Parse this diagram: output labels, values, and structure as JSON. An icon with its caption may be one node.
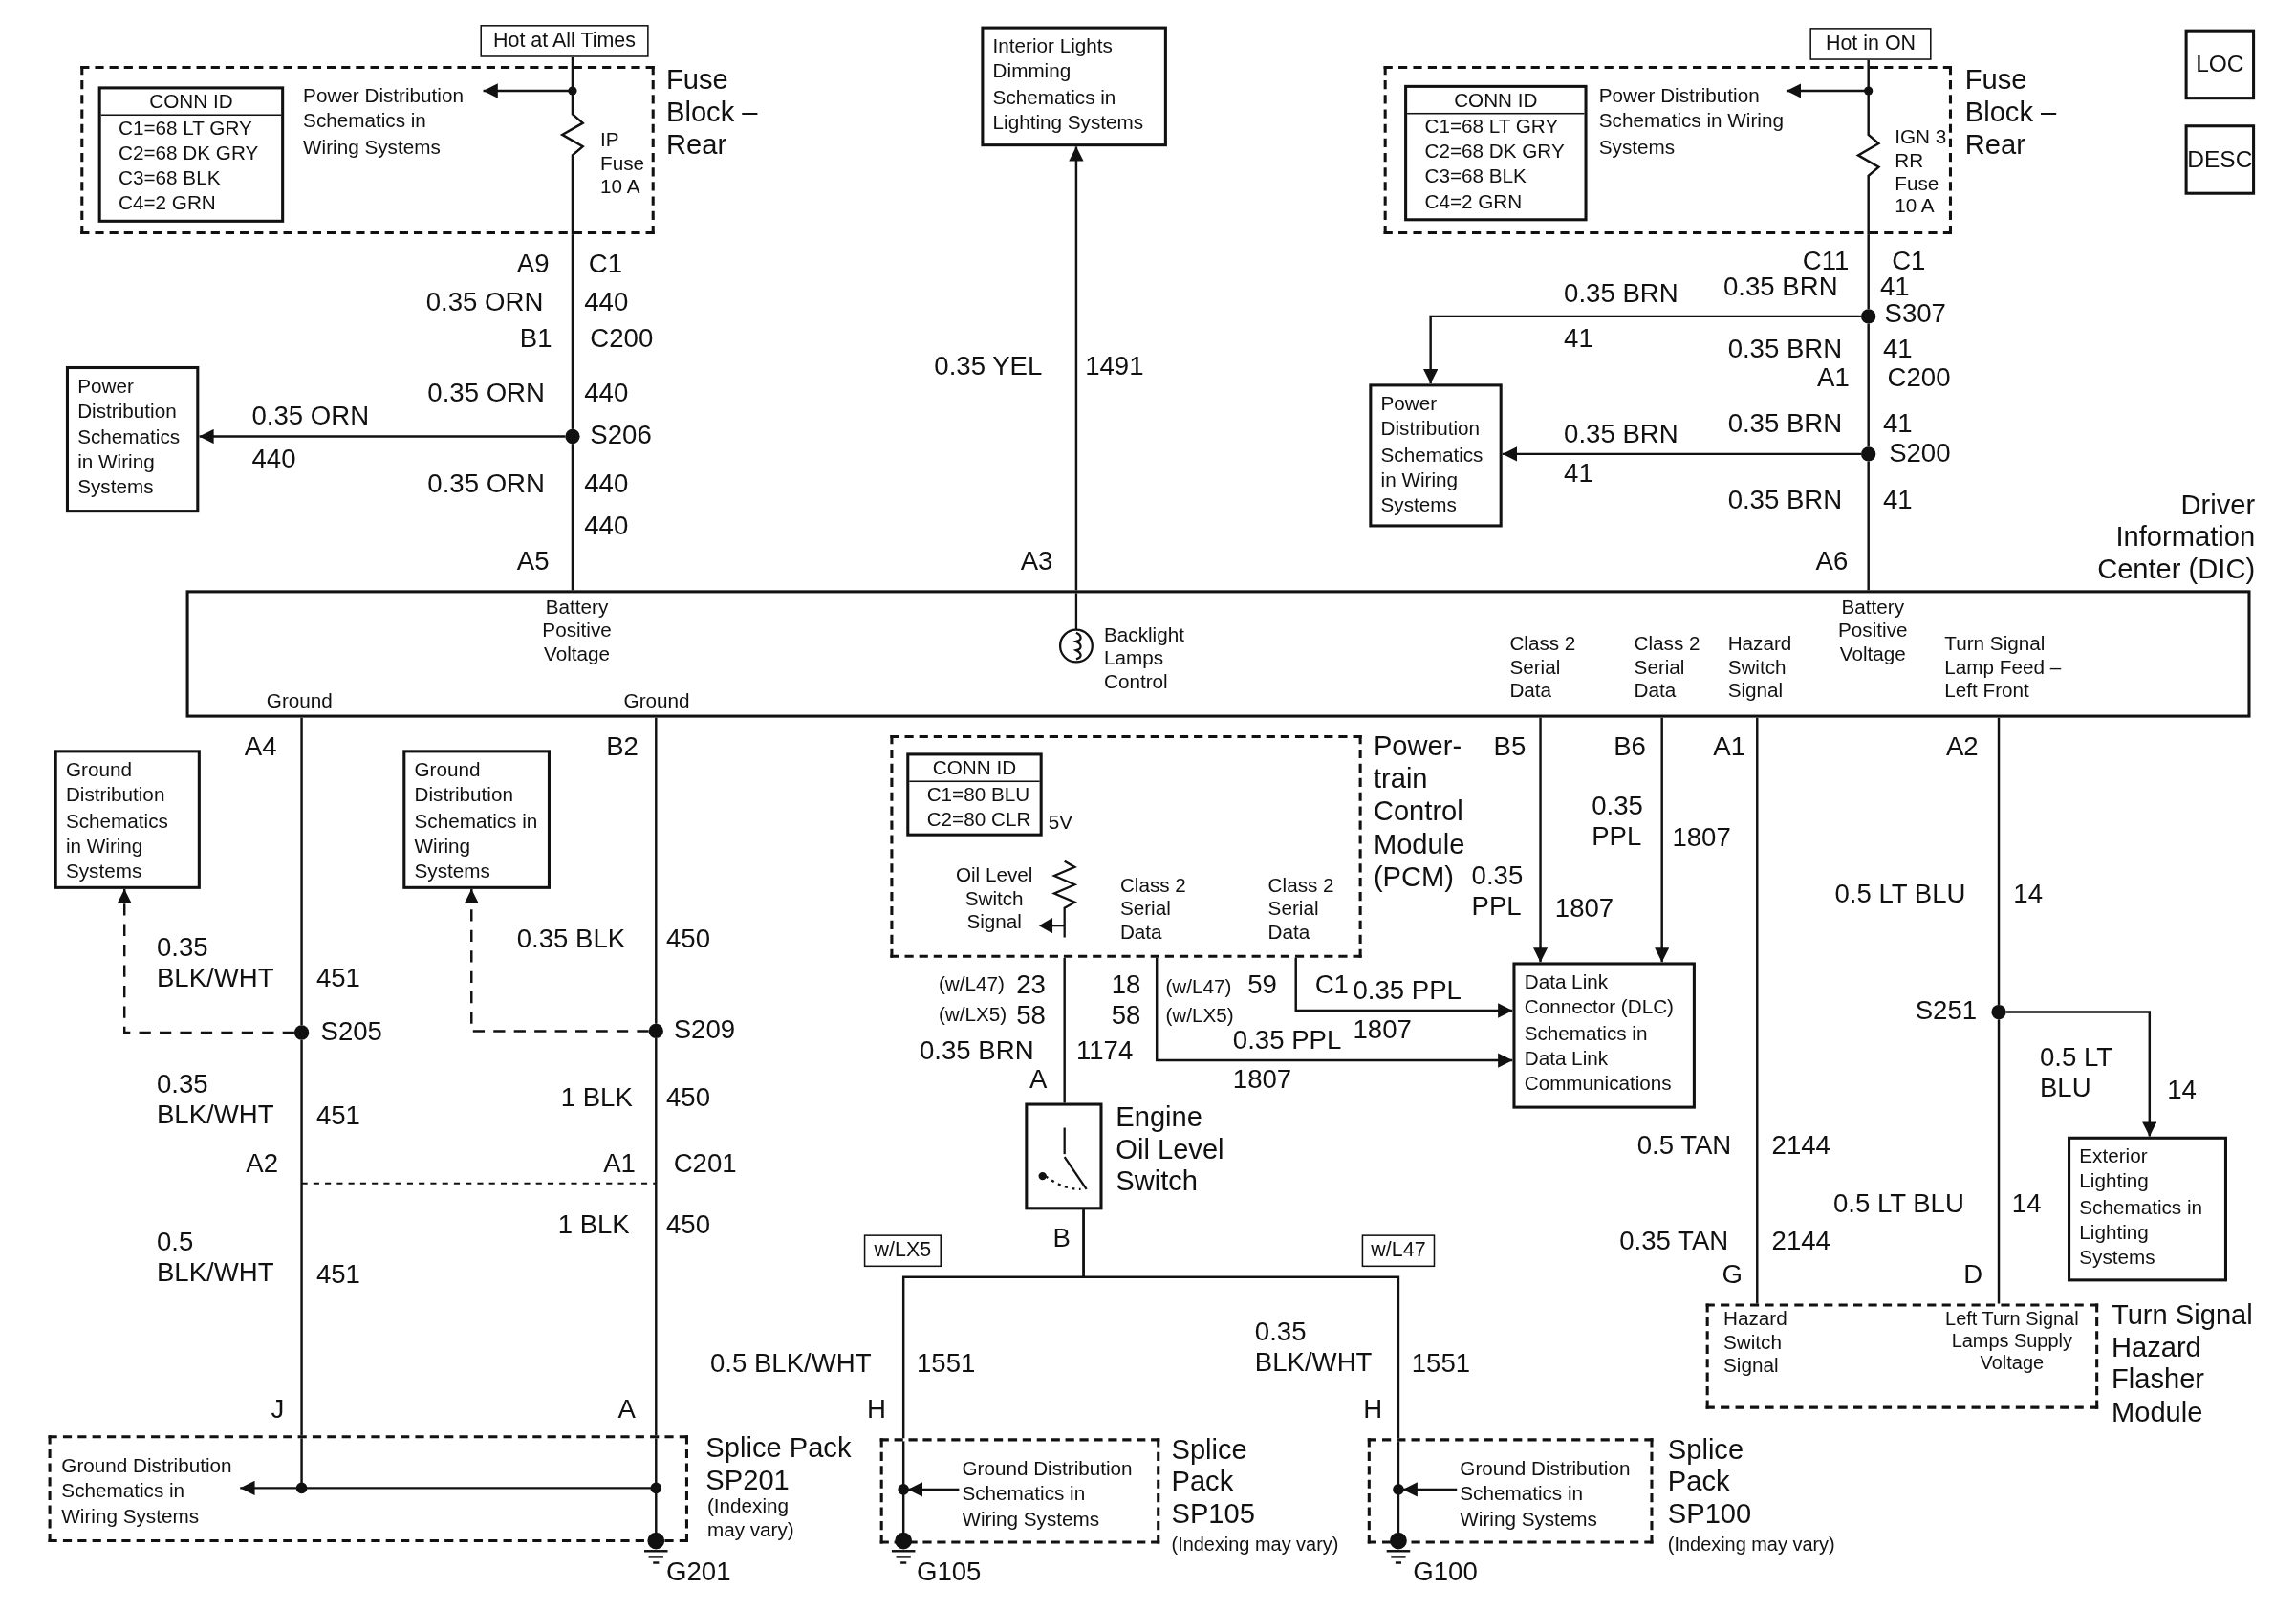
{
  "diagram": {
    "nodes": [
      {
        "text": [
          "Hot at All Times"
        ]
      },
      {
        "text": [
          "Fuse Block – Rear"
        ]
      },
      {
        "text": [
          "CONN ID",
          "C1=68 LT GRY",
          "C2=68 DK GRY",
          "C3=68 BLK",
          "C4=2 GRN"
        ],
        "in": 1
      },
      {
        "text": [
          "Power Distribution Schematics in Wiring Systems"
        ],
        "in": 1
      },
      {
        "text": [
          "Interior Lights Dimming Schematics in Lighting Systems"
        ]
      },
      {
        "text": [
          "Hot in ON"
        ]
      },
      {
        "text": [
          "Fuse Block – Rear"
        ]
      },
      {
        "text": [
          "CONN ID",
          "C1=68 LT GRY",
          "C2=68 DK GRY",
          "C3=68 BLK",
          "C4=2 GRN"
        ],
        "in": 6
      },
      {
        "text": [
          "Power Distribution Schematics in Wiring Systems"
        ],
        "in": 6
      },
      {
        "text": [
          "LOC"
        ]
      },
      {
        "text": [
          "DESC"
        ]
      },
      {
        "text": [
          "Power Distribution Schematics in Wiring Systems"
        ]
      },
      {
        "text": [
          "Power Distribution Schematics in Wiring Systems"
        ]
      },
      {
        "text": [],
        "shape": "circle",
        "beside": [
          "S307"
        ]
      },
      {
        "text": [],
        "shape": "circle",
        "beside": [
          "S206"
        ]
      },
      {
        "text": [],
        "shape": "circle",
        "beside": [
          "S200"
        ]
      },
      {
        "text": [
          "Driver Information Center (DIC)",
          "Battery Positive Voltage",
          "Backlight Lamps Control",
          "Class 2 Serial Data",
          "Class 2 Serial Data",
          "Hazard Switch Signal",
          "Battery Positive Voltage",
          "Turn Signal Lamp Feed – Left Front",
          "Ground",
          "Ground"
        ]
      },
      {
        "text": [
          "Ground Distribution Schematics in Wiring Systems"
        ]
      },
      {
        "text": [
          "Ground Distribution Schematics in Wiring Systems"
        ]
      },
      {
        "text": [
          "Power-train Control Module (PCM)",
          "5V",
          "Oil Level Switch Signal",
          "Class 2 Serial Data",
          "Class 2 Serial Data"
        ]
      },
      {
        "text": [
          "CONN ID",
          "C1=80 BLU",
          "C2=80 CLR"
        ],
        "in": 19
      },
      {
        "text": [
          "Data Link Connector (DLC) Schematics in Data Link Communications"
        ]
      },
      {
        "text": [],
        "shape": "circle",
        "beside": [
          "S205"
        ]
      },
      {
        "text": [],
        "shape": "circle",
        "beside": [
          "S209"
        ]
      },
      {
        "text": [],
        "shape": "circle",
        "beside": [
          "S251"
        ]
      },
      {
        "text": [
          "Engine Oil Level Switch"
        ]
      },
      {
        "text": [
          "w/LX5"
        ]
      },
      {
        "text": [
          "w/L47"
        ]
      },
      {
        "text": [
          "Exterior Lighting Schematics in Lighting Systems"
        ]
      },
      {
        "text": [
          "Hazard Switch Signal",
          "Left Turn Signal Lamps Supply Voltage",
          "Turn Signal Hazard Flasher Module"
        ]
      },
      {
        "text": [
          "Splice Pack SP201",
          "(Indexing may vary)"
        ]
      },
      {
        "text": [
          "Ground Distribution Schematics in Wiring Systems"
        ],
        "in": 30
      },
      {
        "text": [
          "Splice Pack SP105",
          "(Indexing may vary)"
        ]
      },
      {
        "text": [
          "Ground Distribution Schematics in Wiring Systems"
        ],
        "in": 32
      },
      {
        "text": [
          "Splice Pack SP100",
          "(Indexing may vary)"
        ]
      },
      {
        "text": [
          "Ground Distribution Schematics in Wiring Systems"
        ],
        "in": 34
      }
    ],
    "edges": [
      {
        "from": 1,
        "to": 14,
        "arrow": "none"
      },
      {
        "from": 14,
        "to": 11,
        "arrow": "to"
      },
      {
        "from": 14,
        "to": 16,
        "arrow": "none"
      },
      {
        "from": null,
        "to": 3,
        "arrow": "to"
      },
      {
        "from": 16,
        "to": 4,
        "arrow": "to"
      },
      {
        "from": 6,
        "to": 13,
        "arrow": "none"
      },
      {
        "from": 13,
        "to": 12,
        "arrow": "to"
      },
      {
        "from": 13,
        "to": 15,
        "arrow": "none"
      },
      {
        "from": 15,
        "to": 12,
        "arrow": "to"
      },
      {
        "from": 15,
        "to": 16,
        "arrow": "none"
      },
      {
        "from": null,
        "to": 8,
        "arrow": "to"
      },
      {
        "from": 16,
        "to": 22,
        "arrow": "none"
      },
      {
        "from": 22,
        "to": 17,
        "arrow": "to",
        "style": "dashed"
      },
      {
        "from": 22,
        "to": 30,
        "arrow": "none"
      },
      {
        "from": 16,
        "to": 23,
        "arrow": "none"
      },
      {
        "from": 23,
        "to": 18,
        "arrow": "to",
        "style": "dashed"
      },
      {
        "from": 23,
        "to": 30,
        "arrow": "none"
      },
      {
        "from": 16,
        "to": 21,
        "arrow": "to"
      },
      {
        "from": 16,
        "to": 21,
        "arrow": "to"
      },
      {
        "from": 19,
        "to": 21,
        "arrow": "to"
      },
      {
        "from": 19,
        "to": 21,
        "arrow": "to"
      },
      {
        "from": 19,
        "to": 25,
        "arrow": "none"
      },
      {
        "from": 25,
        "to": 32,
        "arrow": "none"
      },
      {
        "from": 25,
        "to": 34,
        "arrow": "none"
      },
      {
        "from": 16,
        "to": 29,
        "arrow": "none"
      },
      {
        "from": 16,
        "to": 24,
        "arrow": "none"
      },
      {
        "from": 24,
        "to": 28,
        "arrow": "to"
      },
      {
        "from": 24,
        "to": 29,
        "arrow": "none"
      },
      {
        "from": null,
        "to": 31,
        "arrow": "to"
      },
      {
        "from": 33,
        "to": null,
        "arrow": "to"
      },
      {
        "from": 35,
        "to": null,
        "arrow": "to"
      },
      {
        "from": 0,
        "to": 1,
        "arrow": "none"
      },
      {
        "from": 5,
        "to": 6,
        "arrow": "none"
      }
    ],
    "labels": [
      "IP Fuse 10 A",
      "A9",
      "C1",
      "0.35 ORN",
      "440",
      "B1",
      "C200",
      "0.35 ORN",
      "440",
      "0.35 ORN",
      "440",
      "0.35 ORN",
      "440",
      "440",
      "A5",
      "0.35 YEL",
      "1491",
      "A3",
      "IGN 3 RR Fuse 10 A",
      "C11",
      "C1",
      "0.35 BRN",
      "41",
      "0.35 BRN",
      "41",
      "0.35 BRN",
      "41",
      "A1",
      "C200",
      "0.35 BRN",
      "41",
      "0.35 BRN",
      "41",
      "0.35 BRN",
      "41",
      "A6",
      "A4",
      "B2",
      "B5",
      "B6",
      "A1",
      "A2",
      "0.35 BLK/WHT",
      "451",
      "0.35 BLK/WHT",
      "451",
      "A2",
      "0.5 BLK/WHT",
      "451",
      "J",
      "0.35 BLK",
      "450",
      "1 BLK",
      "450",
      "A1",
      "C201",
      "1 BLK",
      "450",
      "A",
      "(w/L47)",
      "23",
      "(w/LX5)",
      "58",
      "0.35 BRN",
      "1174",
      "A",
      "18",
      "58",
      "(w/L47)",
      "(w/LX5)",
      "59",
      "C1",
      "0.35 PPL",
      "1807",
      "0.35 PPL",
      "1807",
      "0.35 PPL",
      "1807",
      "0.35 PPL",
      "1807",
      "B",
      "0.5 BLK/WHT",
      "1551",
      "H",
      "0.35 BLK/WHT",
      "1551",
      "H",
      "0.5 LT BLU",
      "14",
      "0.5 LT BLU",
      "14",
      "0.5 TAN",
      "2144",
      "0.5 LT BLU",
      "14",
      "0.35 TAN",
      "2144",
      "G",
      "D",
      "G201",
      "G105",
      "G100"
    ]
  }
}
